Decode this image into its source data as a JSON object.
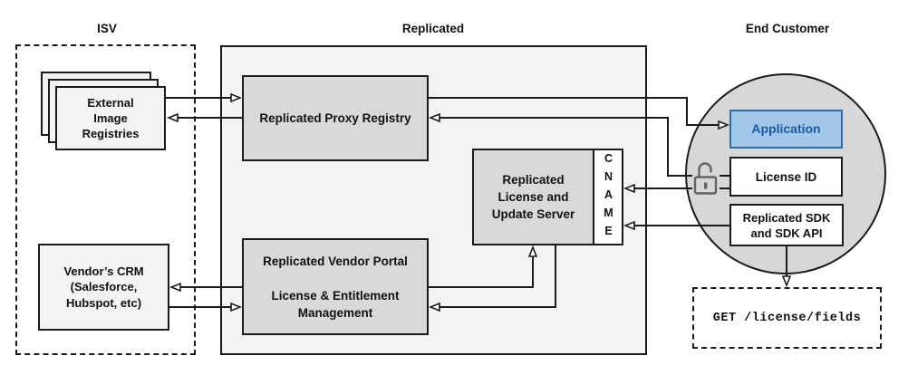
{
  "sections": {
    "isv": {
      "label": "ISV"
    },
    "replicated": {
      "label": "Replicated"
    },
    "end_customer": {
      "label": "End Customer"
    }
  },
  "nodes": {
    "external_image_registries": {
      "label": "External\nImage\nRegistries"
    },
    "vendors_crm": {
      "label": "Vendor’s CRM\n(Salesforce,\nHubspot, etc)"
    },
    "proxy_registry": {
      "label": "Replicated Proxy Registry"
    },
    "vendor_portal": {
      "label": "Replicated Vendor Portal\n\nLicense & Entitlement\nManagement"
    },
    "license_update_server": {
      "label": "Replicated\nLicense and\nUpdate Server"
    },
    "cname": {
      "label": "CNAME"
    },
    "application": {
      "label": "Application"
    },
    "license_id": {
      "label": "License ID"
    },
    "replicated_sdk": {
      "label": "Replicated SDK\nand SDK API"
    },
    "get_license_fields": {
      "label": "GET /license/fields"
    }
  },
  "icons": {
    "unlock": "open-padlock"
  },
  "colors": {
    "line": "#1a1a1a",
    "container_fill": "#f3f3f3",
    "box_fill": "#d9d9d9",
    "circle_fill": "#d7d7d7",
    "application_fill": "#a2c7e8",
    "application_border": "#2e6da4",
    "application_text": "#1b5aa6",
    "lock_gray": "#636363"
  }
}
